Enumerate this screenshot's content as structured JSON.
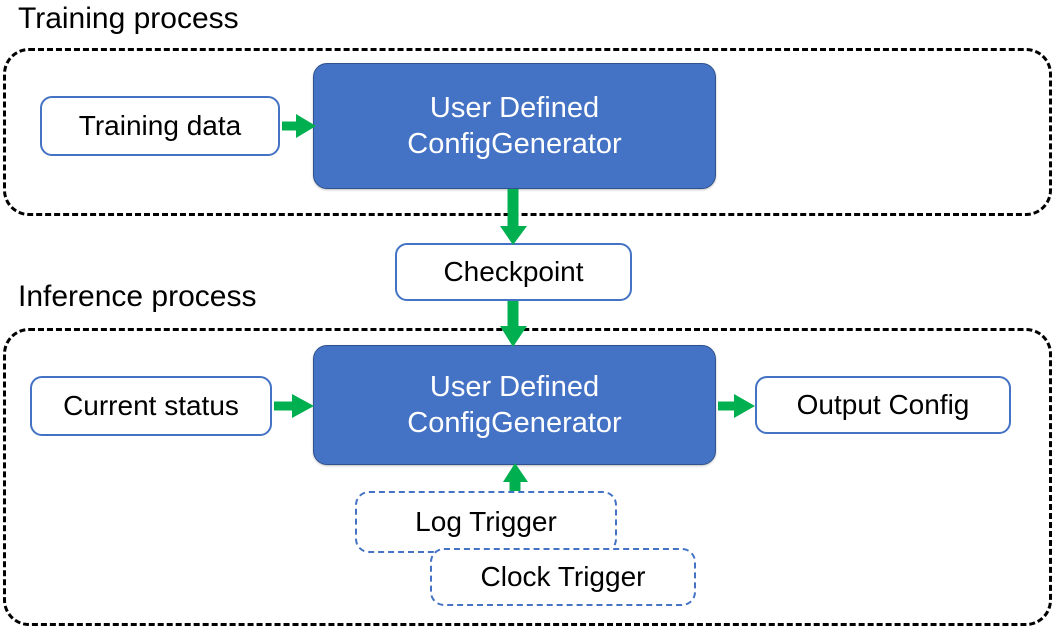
{
  "diagram": {
    "title_visible": false,
    "colors": {
      "primary_box_fill": "#4472C4",
      "primary_box_stroke": "#2F528F",
      "white_box_stroke": "#4472C4",
      "dashed_trigger_stroke": "#4472C4",
      "container_stroke": "#000000",
      "arrow": "#00B050",
      "text_dark": "#000000",
      "text_light": "#FFFFFF",
      "background": "#FFFFFF"
    },
    "sections": [
      {
        "id": "training",
        "label": "Training process"
      },
      {
        "id": "inference",
        "label": "Inference process"
      }
    ],
    "nodes": {
      "training_data": {
        "label": "Training data",
        "style": "white"
      },
      "generator_train": {
        "line1": "User Defined",
        "line2": "ConfigGenerator",
        "style": "primary"
      },
      "checkpoint": {
        "label": "Checkpoint",
        "style": "white"
      },
      "current_status": {
        "label": "Current status",
        "style": "white"
      },
      "generator_infer": {
        "line1": "User Defined",
        "line2": "ConfigGenerator",
        "style": "primary"
      },
      "output_config": {
        "label": "Output Config",
        "style": "white"
      },
      "log_trigger": {
        "label": "Log Trigger",
        "style": "dashed"
      },
      "clock_trigger": {
        "label": "Clock Trigger",
        "style": "dashed"
      }
    },
    "edges": [
      {
        "from": "training_data",
        "to": "generator_train",
        "direction": "right"
      },
      {
        "from": "generator_train",
        "to": "checkpoint",
        "direction": "down"
      },
      {
        "from": "checkpoint",
        "to": "generator_infer",
        "direction": "down"
      },
      {
        "from": "current_status",
        "to": "generator_infer",
        "direction": "right"
      },
      {
        "from": "generator_infer",
        "to": "output_config",
        "direction": "right"
      },
      {
        "from": "log_trigger",
        "to": "generator_infer",
        "direction": "up"
      }
    ]
  }
}
